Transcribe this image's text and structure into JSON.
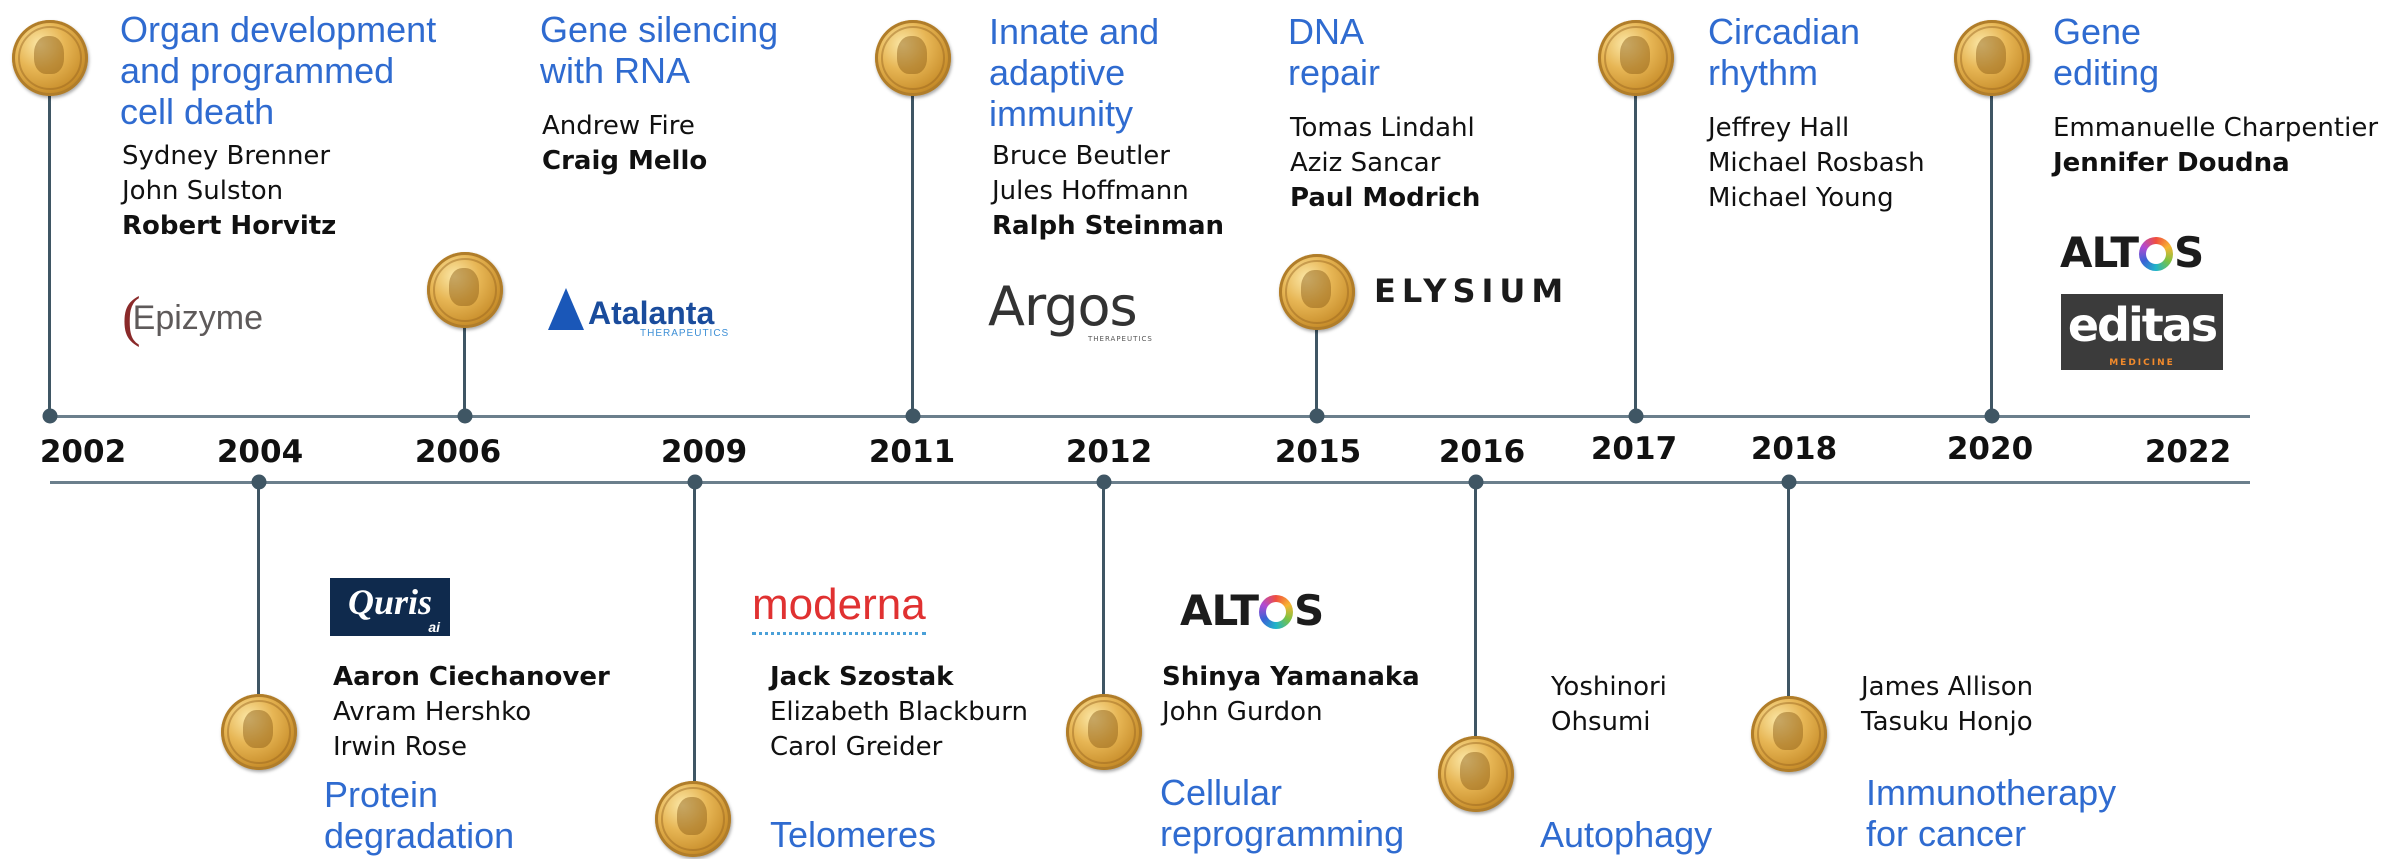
{
  "years": [
    "2002",
    "2004",
    "2006",
    "2009",
    "2011",
    "2012",
    "2015",
    "2016",
    "2017",
    "2018",
    "2020",
    "2022"
  ],
  "entries": {
    "e2002": {
      "topic": "Organ development\nand programmed\ncell death",
      "names": [
        "Sydney Brenner",
        "John Sulston",
        "Robert Horvitz"
      ],
      "bold": 2
    },
    "e2006": {
      "topic": "Gene silencing\nwith RNA",
      "names": [
        "Andrew Fire",
        "Craig Mello"
      ],
      "bold": 1
    },
    "e2011": {
      "topic": "Innate and\nadaptive\nimmunity",
      "names": [
        "Bruce Beutler",
        "Jules Hoffmann",
        "Ralph Steinman"
      ],
      "bold": 2
    },
    "e2015": {
      "topic": "DNA\nrepair",
      "names": [
        "Tomas Lindahl",
        "Aziz Sancar",
        "Paul Modrich"
      ],
      "bold": 2
    },
    "e2017": {
      "topic": "Circadian\nrhythm",
      "names": [
        "Jeffrey Hall",
        "Michael Rosbash",
        "Michael Young"
      ],
      "bold": -1
    },
    "e2020": {
      "topic": "Gene\nediting",
      "names": [
        "Emmanuelle Charpentier",
        "Jennifer Doudna"
      ],
      "bold": 1
    },
    "e2004": {
      "topic": "Protein\ndegradation",
      "names": [
        "Aaron Ciechanover",
        "Avram Hershko",
        "Irwin Rose"
      ],
      "bold": 0
    },
    "e2009": {
      "topic": "Telomeres",
      "names": [
        "Jack Szostak",
        "Elizabeth Blackburn",
        "Carol Greider"
      ],
      "bold": 0
    },
    "e2012": {
      "topic": "Cellular\nreprogramming",
      "names": [
        "Shinya Yamanaka",
        "John Gurdon"
      ],
      "bold": 0
    },
    "e2016": {
      "topic": "Autophagy",
      "names": [
        "Yoshinori",
        "Ohsumi"
      ],
      "bold": -1
    },
    "e2018": {
      "topic": "Immunotherapy\nfor cancer",
      "names": [
        "James Allison",
        "Tasuku Honjo"
      ],
      "bold": -1
    }
  },
  "logos": {
    "epizyme": {
      "mark": "(",
      "text": "Epizyme"
    },
    "atalanta": {
      "text": "Atalanta",
      "sub": "THERAPEUTICS"
    },
    "argos": {
      "text": "Argos",
      "sub": "THERAPEUTICS"
    },
    "elysium": {
      "text": "ELYSIUM"
    },
    "altos_a": {
      "pre": "ALT",
      "post": "S"
    },
    "altos_b": {
      "pre": "ALT",
      "post": "S"
    },
    "editas": {
      "text": "editas",
      "sub": "MEDICINE"
    },
    "quris": {
      "text": "Quris",
      "sub": "ai"
    },
    "moderna": {
      "text": "moderna"
    }
  },
  "colors": {
    "topic": "#2f6bd0",
    "axis": "#6b7f8c",
    "stem": "#3f5664",
    "medal": "#d9a544"
  }
}
